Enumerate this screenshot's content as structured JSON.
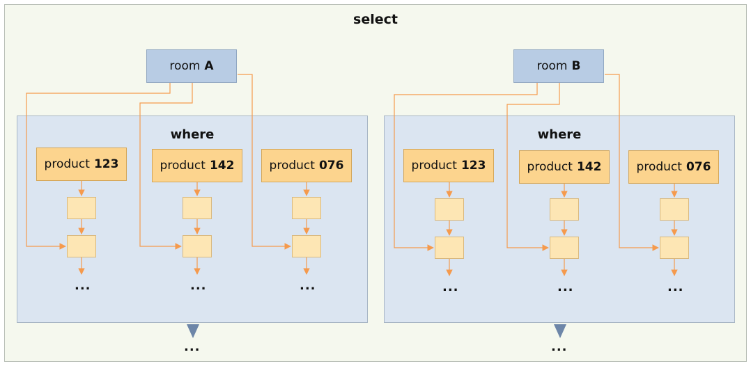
{
  "title": "select",
  "where_label": "where",
  "ellipsis": "...",
  "rooms": [
    {
      "prefix": "room",
      "name": "A"
    },
    {
      "prefix": "room",
      "name": "B"
    }
  ],
  "products": [
    {
      "prefix": "product",
      "code": "123"
    },
    {
      "prefix": "product",
      "code": "142"
    },
    {
      "prefix": "product",
      "code": "076"
    }
  ],
  "colors": {
    "background": "#f5f8ee",
    "room": "#b8cce4",
    "where_box": "#dbe5f1",
    "product": "#fcd48e",
    "step": "#fde6b4",
    "connector": "#f59a4d",
    "output_arrow": "#6d86a8"
  }
}
